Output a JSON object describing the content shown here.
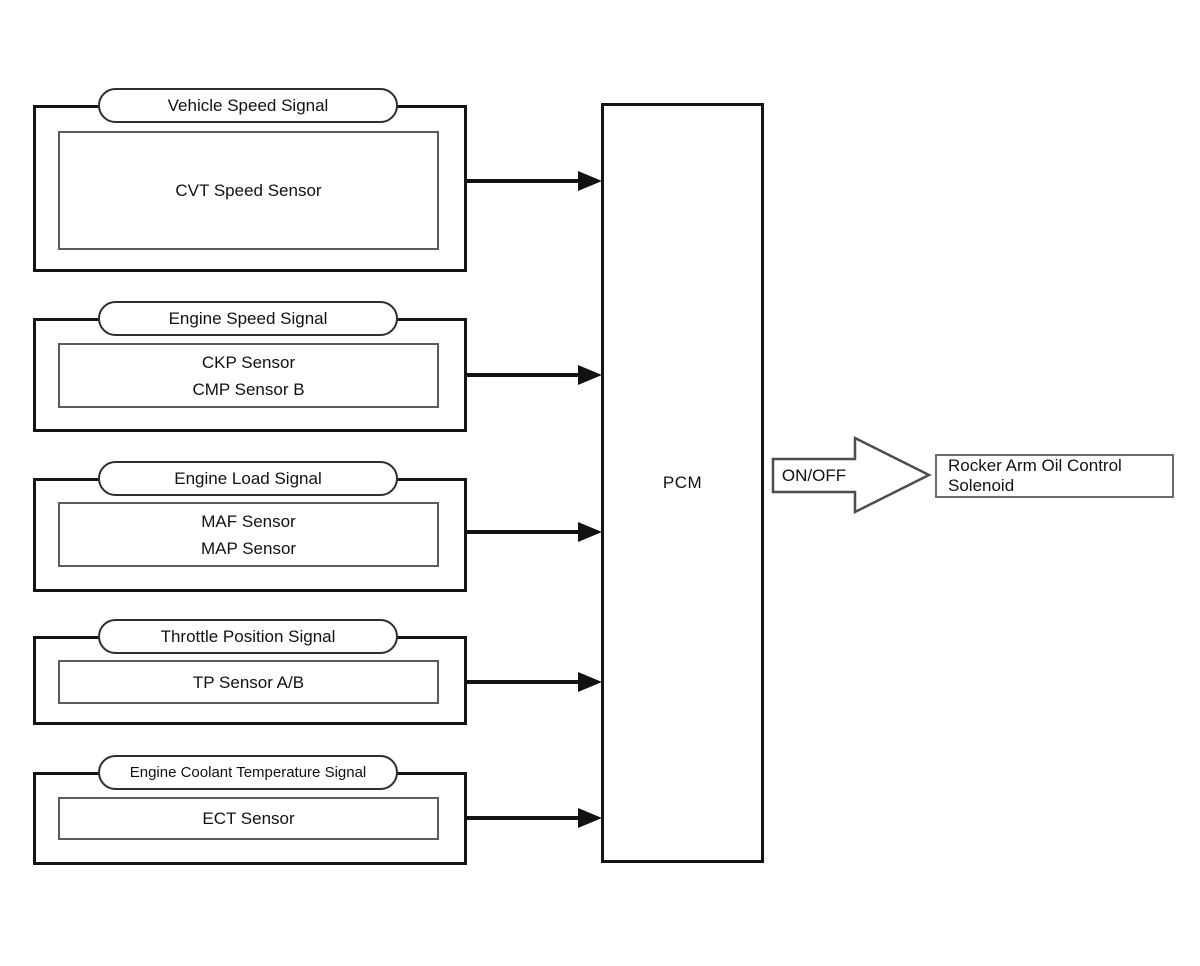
{
  "blocks": [
    {
      "signal": "Vehicle Speed Signal",
      "sensors": [
        "CVT Speed Sensor"
      ]
    },
    {
      "signal": "Engine Speed Signal",
      "sensors": [
        "CKP Sensor",
        "CMP Sensor B"
      ]
    },
    {
      "signal": "Engine Load Signal",
      "sensors": [
        "MAF Sensor",
        "MAP Sensor"
      ]
    },
    {
      "signal": "Throttle Position Signal",
      "sensors": [
        "TP Sensor A/B"
      ]
    },
    {
      "signal": "Engine Coolant Temperature Signal",
      "sensors": [
        "ECT Sensor"
      ]
    }
  ],
  "pcm": {
    "label": "PCM"
  },
  "output": {
    "arrow_label": "ON/OFF",
    "device": "Rocker Arm Oil Control Solenoid"
  },
  "colors": {
    "line": "#141414",
    "inner_border": "#5c5c5c",
    "outline_arrow": "#4d4d4d",
    "background": "#ffffff"
  }
}
